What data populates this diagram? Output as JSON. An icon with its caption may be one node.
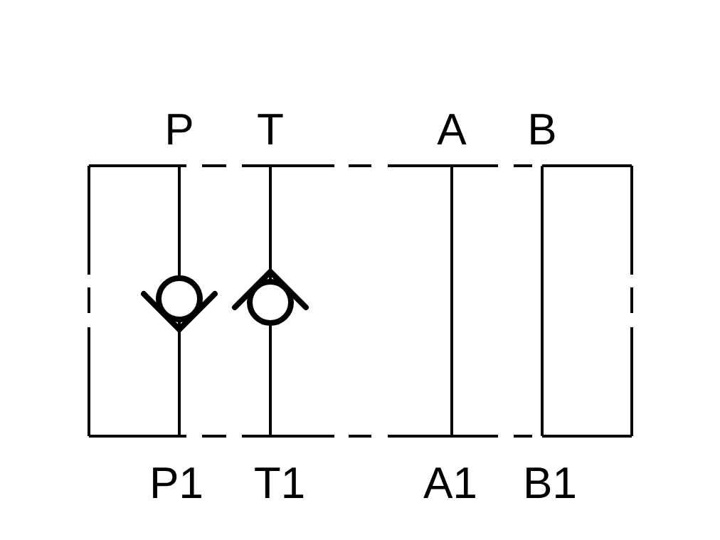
{
  "diagram": {
    "nodes": [
      {
        "text": [
          "P"
        ]
      },
      {
        "text": [
          "T"
        ]
      },
      {
        "text": [
          "A"
        ]
      },
      {
        "text": [
          "B"
        ]
      },
      {
        "text": [
          "P1"
        ]
      },
      {
        "text": [
          "T1"
        ]
      },
      {
        "text": [
          "A1"
        ]
      },
      {
        "text": [
          "B1"
        ]
      }
    ],
    "edges": [
      {
        "from": 0,
        "to": 4,
        "arrow": "none"
      },
      {
        "from": 1,
        "to": 5,
        "arrow": "none"
      },
      {
        "from": 2,
        "to": 6,
        "arrow": "none"
      },
      {
        "from": 3,
        "to": 7,
        "arrow": "none"
      }
    ]
  }
}
